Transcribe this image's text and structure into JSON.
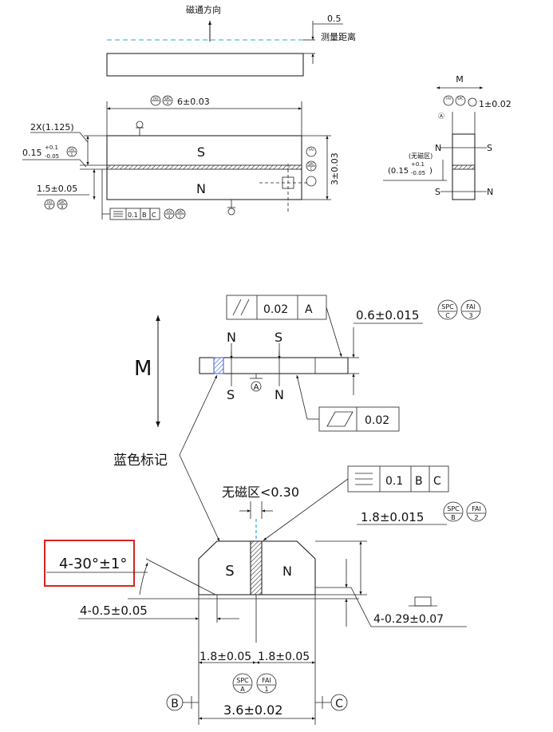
{
  "top_view": {
    "flux_direction": "磁通方向",
    "measure_offset": "0.5",
    "measure_distance": "测量距离"
  },
  "front_view": {
    "width_dim": "6±0.03",
    "twox": "2X(1.125)",
    "gap_base": "0.15",
    "gap_tol_up": "+0.1",
    "gap_tol_down": "-0.05",
    "lower_dim": "1.5±0.05",
    "height_dim": "3±0.03",
    "pole_s": "S",
    "pole_n": "N",
    "tol_frame": [
      "0.1",
      "B",
      "C"
    ],
    "badges": {
      "fai": "FAI",
      "spc": "SPC",
      "a": "A",
      "b": "B",
      "c": "C",
      "n4": "4",
      "n5": "5",
      "n6": "6"
    }
  },
  "side_view_small": {
    "m_label": "M",
    "datum": "A",
    "dim": "1±0.02",
    "note": "(无磁区)",
    "gap_base": "(0.15",
    "gap_tol_up": "+0.1",
    "gap_tol_down": "-0.05",
    "gap_close": ")",
    "n": "N",
    "s": "S"
  },
  "side_view_large": {
    "m_label": "M",
    "n": "N",
    "s": "S",
    "datum": "A",
    "parallel_value": "0.02",
    "parallel_datum": "A",
    "flatness_value": "0.02",
    "thickness_dim": "0.6±0.015",
    "badge_spc": "SPC",
    "badge_spc_sub": "C",
    "badge_fai": "FAI",
    "badge_fai_sub": "3",
    "blue_mark": "蓝色标记"
  },
  "plan_view": {
    "no_magnet_zone": "无磁区<0.30",
    "sym_value": "0.1",
    "sym_b": "B",
    "sym_c": "C",
    "height_dim": "1.8±0.015",
    "badge_spc": "SPC",
    "badge_spc_sub": "B",
    "badge_fai": "FAI",
    "badge_fai_sub": "2",
    "angle_dim": "4-30°±1°",
    "chamfer_dim": "4-0.5±0.05",
    "chamfer_depth": "4-0.29±0.07",
    "left_half": "1.8±0.05",
    "right_half": "1.8±0.05",
    "badge_bottom_spc": "SPC",
    "badge_bottom_spc_sub": "A",
    "badge_bottom_fai": "FAI",
    "badge_bottom_fai_sub": "1",
    "total_width": "3.6±0.02",
    "datum_b": "B",
    "datum_c": "C",
    "pole_s": "S",
    "pole_n": "N"
  },
  "colors": {
    "highlight_box": "#d9241e",
    "blue_mark": "#3b5bd9",
    "flux_dash": "#2aa8d8"
  }
}
